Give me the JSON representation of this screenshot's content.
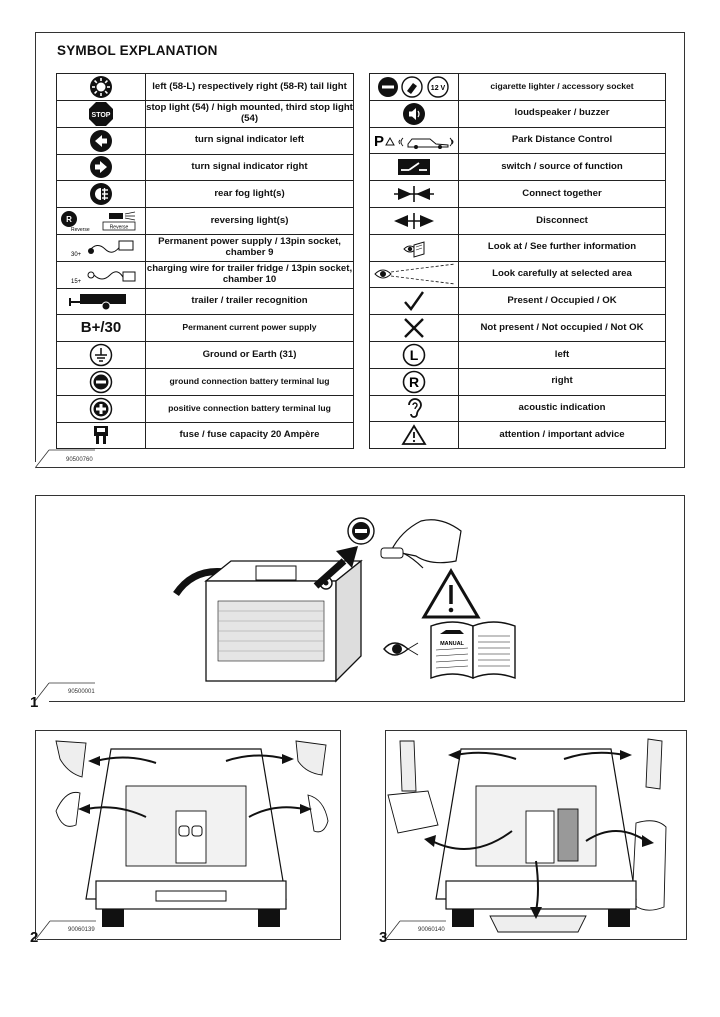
{
  "symbol_panel": {
    "title": "SYMBOL EXPLANATION",
    "code": "90500760",
    "left_rows": [
      {
        "icon": "tail-light-icon",
        "text": "left (58-L) respectively right (58-R) tail light"
      },
      {
        "icon": "stop-sign-icon",
        "icon_label": "STOP",
        "text": "stop light (54) / high mounted, third stop light (54)"
      },
      {
        "icon": "turn-left-icon",
        "text": "turn signal indicator left"
      },
      {
        "icon": "turn-right-icon",
        "text": "turn signal indicator right"
      },
      {
        "icon": "rear-fog-light-icon",
        "text": "rear fog light(s)"
      },
      {
        "icon": "reversing-light-icon",
        "icon_labels": [
          "Reverse",
          "Reverse"
        ],
        "text": "reversing light(s)"
      },
      {
        "icon": "power-supply-plug-icon",
        "icon_label": "30+",
        "text": "Permanent power supply / 13pin socket, chamber 9"
      },
      {
        "icon": "fridge-wire-icon",
        "icon_label": "15+",
        "text": "charging wire for trailer fridge / 13pin socket, chamber 10"
      },
      {
        "icon": "trailer-icon",
        "text": "trailer / trailer recognition"
      },
      {
        "icon": "b30-icon",
        "icon_label": "B+/30",
        "text": "Permanent current power supply"
      },
      {
        "icon": "ground-icon",
        "text": "Ground or Earth (31)"
      },
      {
        "icon": "minus-terminal-icon",
        "text": "ground connection battery terminal lug"
      },
      {
        "icon": "plus-terminal-icon",
        "text": "positive connection battery terminal lug"
      },
      {
        "icon": "fuse-icon",
        "text": "fuse / fuse capacity 20 Ampère"
      }
    ],
    "right_rows": [
      {
        "icon": "cigarette-lighter-icon",
        "icon_label": "12 V",
        "text": "cigarette lighter / accessory socket"
      },
      {
        "icon": "loudspeaker-icon",
        "text": "loudspeaker / buzzer"
      },
      {
        "icon": "park-distance-control-icon",
        "icon_label": "P",
        "text": "Park Distance Control"
      },
      {
        "icon": "switch-icon",
        "text": "switch / source of function"
      },
      {
        "icon": "connect-together-icon",
        "text": "Connect together"
      },
      {
        "icon": "disconnect-icon",
        "text": "Disconnect"
      },
      {
        "icon": "look-at-manual-icon",
        "text": "Look at / See further information"
      },
      {
        "icon": "eye-area-icon",
        "text": "Look carefully at selected area"
      },
      {
        "icon": "checkmark-icon",
        "text": "Present / Occupied / OK"
      },
      {
        "icon": "cross-icon",
        "text": "Not present / Not occupied / Not OK"
      },
      {
        "icon": "left-l-icon",
        "icon_label": "L",
        "text": "left"
      },
      {
        "icon": "right-r-icon",
        "icon_label": "R",
        "text": "right"
      },
      {
        "icon": "ear-icon",
        "text": "acoustic indication"
      },
      {
        "icon": "warning-triangle-icon",
        "text": "attention / important advice"
      }
    ]
  },
  "figures": [
    {
      "number": "1",
      "code": "90500001",
      "manual_label": "MANUAL"
    },
    {
      "number": "2",
      "code": "90060139"
    },
    {
      "number": "3",
      "code": "90060140"
    }
  ]
}
